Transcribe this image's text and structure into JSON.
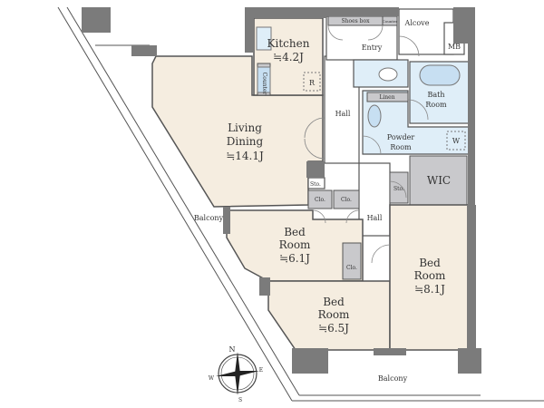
{
  "rooms": {
    "kitchen": {
      "name": "Kitchen",
      "size": "≒4.2J"
    },
    "living": {
      "name1": "Living",
      "name2": "Dining",
      "size": "≒14.1J"
    },
    "bed1": {
      "name1": "Bed",
      "name2": "Room",
      "size": "≒6.1J"
    },
    "bed2": {
      "name1": "Bed",
      "name2": "Room",
      "size": "≒6.5J"
    },
    "bed3": {
      "name1": "Bed",
      "name2": "Room",
      "size": "≒8.1J"
    },
    "bath": {
      "name1": "Bath",
      "name2": "Room"
    },
    "powder": {
      "name1": "Powder",
      "name2": "Room"
    }
  },
  "labels": {
    "shoes_box": "Shoes box",
    "counter": "Counter",
    "alcove": "Alcove",
    "mb": "MB",
    "entry": "Entry",
    "hall": "Hall",
    "linen": "Linen",
    "w": "W",
    "wic": "WIC",
    "sto": "Sto.",
    "clo": "Clo.",
    "r": "R",
    "balcony": "Balcony"
  },
  "compass": {
    "n": "N",
    "s": "S",
    "e": "E",
    "w": "W"
  }
}
